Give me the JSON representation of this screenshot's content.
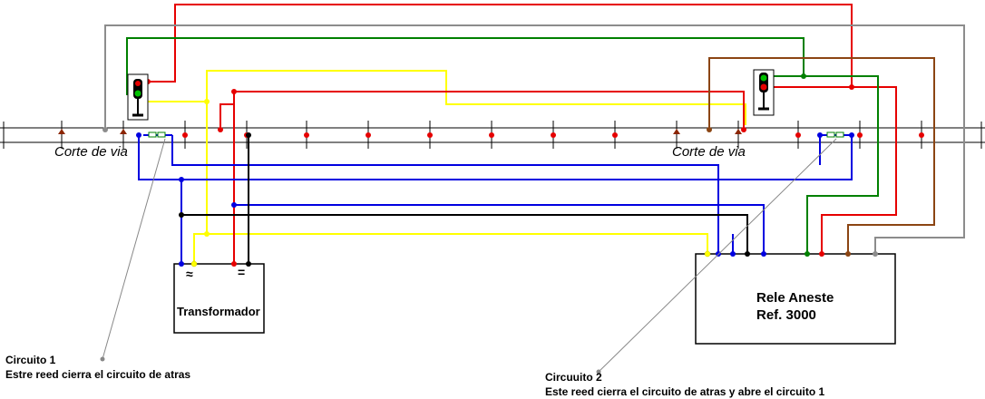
{
  "labels": {
    "track_cut_left": "Corte de via",
    "track_cut_right": "Corte de via",
    "transformer_title": "Transformador",
    "transformer_ac_symbol": "≈",
    "transformer_dc_symbol": "=",
    "relay_title": "Rele Aneste",
    "relay_ref": "Ref. 3000",
    "circuit1_title": "Circuito 1",
    "circuit1_desc": "Estre reed cierra el circuito de atras",
    "circuit2_title": "Circuuito 2",
    "circuit2_desc": "Este reed cierra el circuito de atras y abre el circuito 1"
  },
  "wire_colors": {
    "red": "#e60000",
    "green": "#008000",
    "yellow": "#ffff00",
    "blue": "#0000e0",
    "black": "#000000",
    "brown": "#8b4513",
    "gray": "#8c8c8c"
  }
}
